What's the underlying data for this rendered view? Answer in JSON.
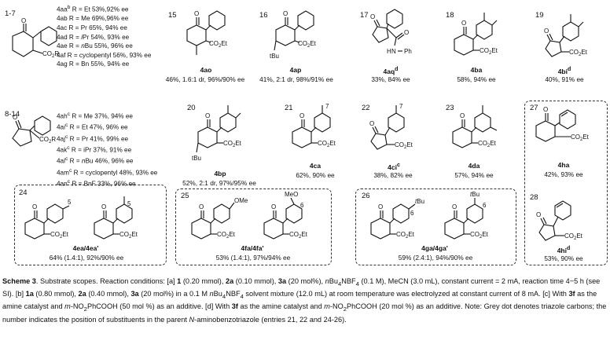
{
  "ranges": {
    "r17": "1-7",
    "r814": "8-14"
  },
  "list1": [
    "4aa<sup>b</sup> R = Et 53%,92% ee",
    "4ab R = Me 69%,96% ee",
    "4ac R = Pr 65%, 94% ee",
    "4ad R = <i>i</i>Pr 54%, 93% ee",
    "4ae R = <i>n</i>Bu 55%, 96% ee",
    "4af R = cyclopentyl 56%, 93% ee",
    "4ag R = Bn 55%, 94% ee"
  ],
  "list2": [
    "4ah<sup>c</sup> R = Me 37%, 94% ee",
    "4ai<sup>c</sup> R = Et 47%, 96% ee",
    "4aj<sup>c</sup> R = Pr 41%, 99% ee",
    "4ak<sup>c</sup> R = iPr 37%, 91% ee",
    "4al<sup>c</sup> R = <i>n</i>Bu 46%, 96% ee",
    "4am<sup>c</sup> R = cyclopentyl 48%, 93% ee",
    "4an<sup>c</sup> R = BnF 33%, 96% ee"
  ],
  "entries": {
    "e15": {
      "n": "15",
      "label": "4ao",
      "result": "46%, 1.6:1 dr, 96%/90% ee"
    },
    "e16": {
      "n": "16",
      "label": "4ap",
      "result": "41%, 2:1 dr, 98%/91% ee"
    },
    "e17": {
      "n": "17",
      "label": "4aq<sup>d</sup>",
      "result": "33%, 84% ee"
    },
    "e18": {
      "n": "18",
      "label": "4ba",
      "result": "58%, 94% ee"
    },
    "e19": {
      "n": "19",
      "label": "4bi<sup>d</sup>",
      "result": "40%, 91% ee"
    },
    "e20": {
      "n": "20",
      "label": "4bp",
      "result": "52%, 2:1 dr, 97%/95% ee"
    },
    "e21": {
      "n": "21",
      "label": "4ca",
      "result": "62%, 90% ee"
    },
    "e22": {
      "n": "22",
      "label": "4ci<sup>c</sup>",
      "result": "38%, 82% ee"
    },
    "e23": {
      "n": "23",
      "label": "4da",
      "result": "57%, 94% ee"
    },
    "e24": {
      "n": "24",
      "label": "4ea/4ea'",
      "result": "64% (1.4:1), 92%/90% ee"
    },
    "e25": {
      "n": "25",
      "label": "4fa/4fa'",
      "result": "53% (1.4:1), 97%/94% ee"
    },
    "e26": {
      "n": "26",
      "label": "4ga/4ga'",
      "result": "59% (2.4:1), 94%/90% ee"
    },
    "e27": {
      "n": "27",
      "label": "4ha",
      "result": "42%, 93% ee"
    },
    "e28": {
      "n": "28",
      "label": "4hi<sup>d</sup>",
      "result": "53%, 90% ee"
    }
  },
  "mol_text": {
    "o": "O",
    "co2r": "CO<tspan font-size='6' dy='2'>2</tspan><tspan dy='-2'>R</tspan>",
    "co2et": "CO<tspan font-size='6' dy='2'>2</tspan><tspan dy='-2'>Et</tspan>",
    "tbu": "tBu",
    "nh": "N",
    "h": "H",
    "ph": "Ph",
    "ome": "OMe",
    "meo": "MeO",
    "tbu_it": "<tspan font-style='italic'>t</tspan>Bu",
    "five": "5",
    "six": "6",
    "seven": "7"
  },
  "caption": "<b>Scheme 3</b>. Substrate scopes. Reaction conditions: [a] <b>1</b> (0.20 mmol), <b>2a</b> (0.10 mmol), <b>3a</b> (20 mol%), <i>n</i>Bu<sub>4</sub>NBF<sub>4</sub> (0.1 M), MeCN (3.0 mL), constant current = 2 mA, reaction time 4−5 h (see SI). [b] <b>1a</b> (0.80 mmol), <b>2a</b> (0.40 mmol), <b>3a</b> (20 mol%) in a 0.1 M <i>n</i>Bu<sub>4</sub>NBF<sub>4</sub> solvent mixture (12.0 mL) at room temperature was electrolyzed at constant current of 8 mA. [c] With <b>3f</b> as the amine catalyst and <i>m</i>-NO<sub>2</sub>PhCOOH (50 mol %) as an additive. [d] With <b>3f</b> as the amine catalyst and <i>m</i>-NO<sub>2</sub>PhCOOH (20 mol %) as an additive. Note: Grey dot denotes triazole carbons; the number indicates the position of substituents in the parent <i>N</i>-aminobenzotriazole (entries 21, 22 and 24-26)."
}
